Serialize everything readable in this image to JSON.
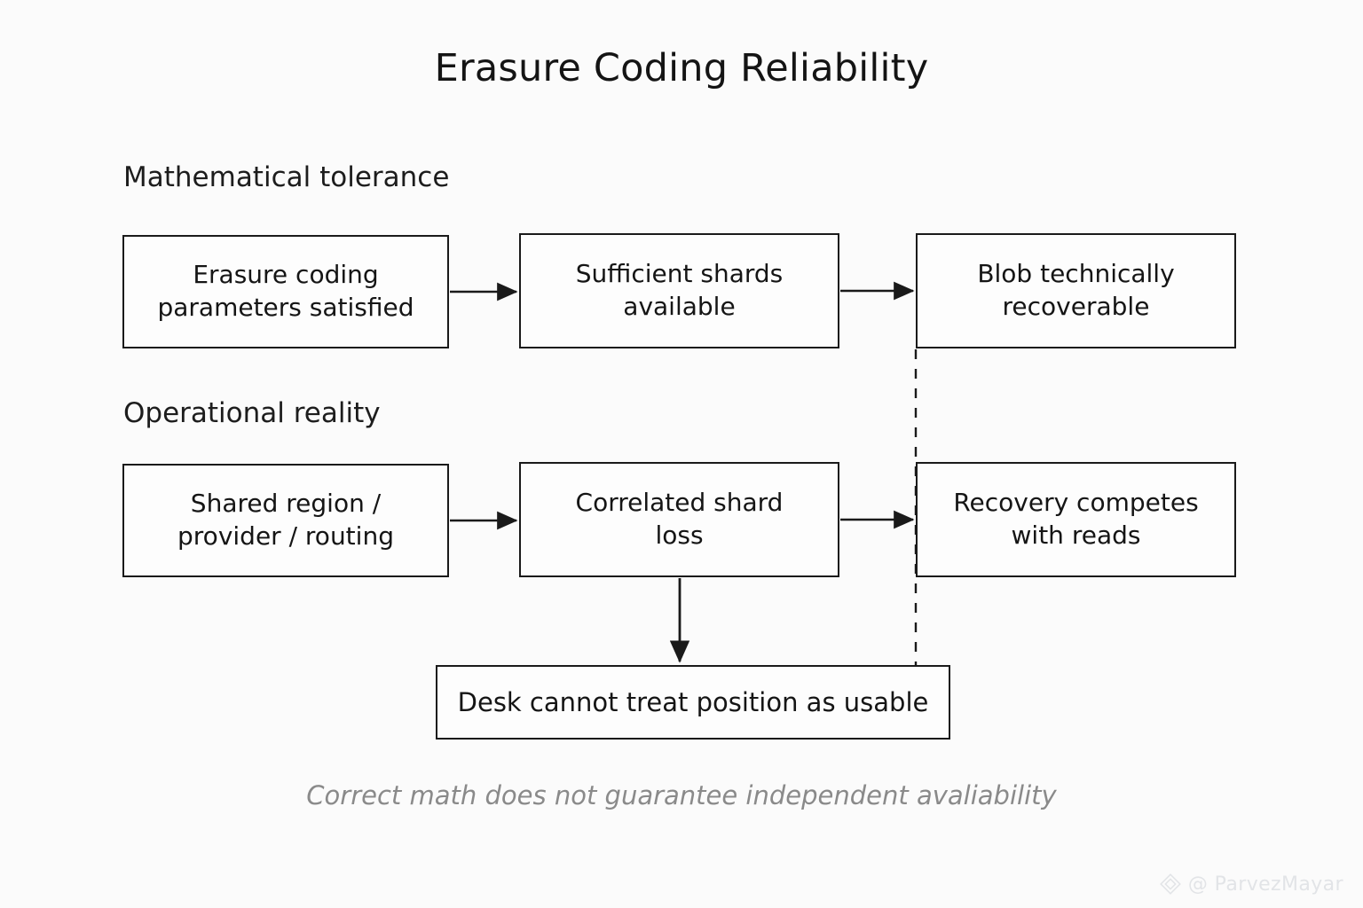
{
  "page": {
    "title": "Erasure Coding Reliability",
    "background_color": "#fbfbfb",
    "stroke_color": "#1a1a1a",
    "caption": "Correct math does not guarantee independent avaliability"
  },
  "sections": {
    "math_label": "Mathematical tolerance",
    "ops_label": "Operational reality"
  },
  "nodes": {
    "params": {
      "line1": "Erasure coding",
      "line2": "parameters satisfied"
    },
    "shards": {
      "line1": "Sufficient shards",
      "line2": "available"
    },
    "blob": {
      "line1": "Blob technically",
      "line2": "recoverable"
    },
    "region": {
      "line1": "Shared region /",
      "line2": "provider / routing"
    },
    "correlated": {
      "line1": "Correlated shard",
      "line2": "loss"
    },
    "recovery": {
      "line1": "Recovery competes",
      "line2": "with reads"
    },
    "desk": {
      "line1": "Desk cannot treat position as usable"
    }
  },
  "watermark": {
    "handle": "@ ParvezMayar",
    "icon": "diamond-logo-icon",
    "color": "#e2e4e7"
  },
  "chart_data": {
    "type": "diagram",
    "title": "Erasure Coding Reliability",
    "subtitle": "Correct math does not guarantee independent avaliability",
    "lanes": [
      {
        "label": "Mathematical tolerance",
        "steps": [
          "Erasure coding parameters satisfied",
          "Sufficient shards available",
          "Blob technically recoverable"
        ]
      },
      {
        "label": "Operational reality",
        "steps": [
          "Shared region / provider / routing",
          "Correlated shard loss",
          "Recovery competes with reads"
        ]
      }
    ],
    "terminal_node": "Desk cannot treat position as usable",
    "edges": [
      {
        "from": "Erasure coding parameters satisfied",
        "to": "Sufficient shards available",
        "style": "solid-arrow",
        "direction": "right"
      },
      {
        "from": "Sufficient shards available",
        "to": "Blob technically recoverable",
        "style": "solid-arrow",
        "direction": "right"
      },
      {
        "from": "Shared region / provider / routing",
        "to": "Correlated shard loss",
        "style": "solid-arrow",
        "direction": "right"
      },
      {
        "from": "Correlated shard loss",
        "to": "Recovery competes with reads",
        "style": "solid-arrow",
        "direction": "right"
      },
      {
        "from": "Correlated shard loss",
        "to": "Desk cannot treat position as usable",
        "style": "solid-arrow",
        "direction": "down"
      },
      {
        "from": "Blob technically recoverable",
        "to": "Desk cannot treat position as usable",
        "style": "dashed",
        "direction": "down"
      }
    ]
  }
}
